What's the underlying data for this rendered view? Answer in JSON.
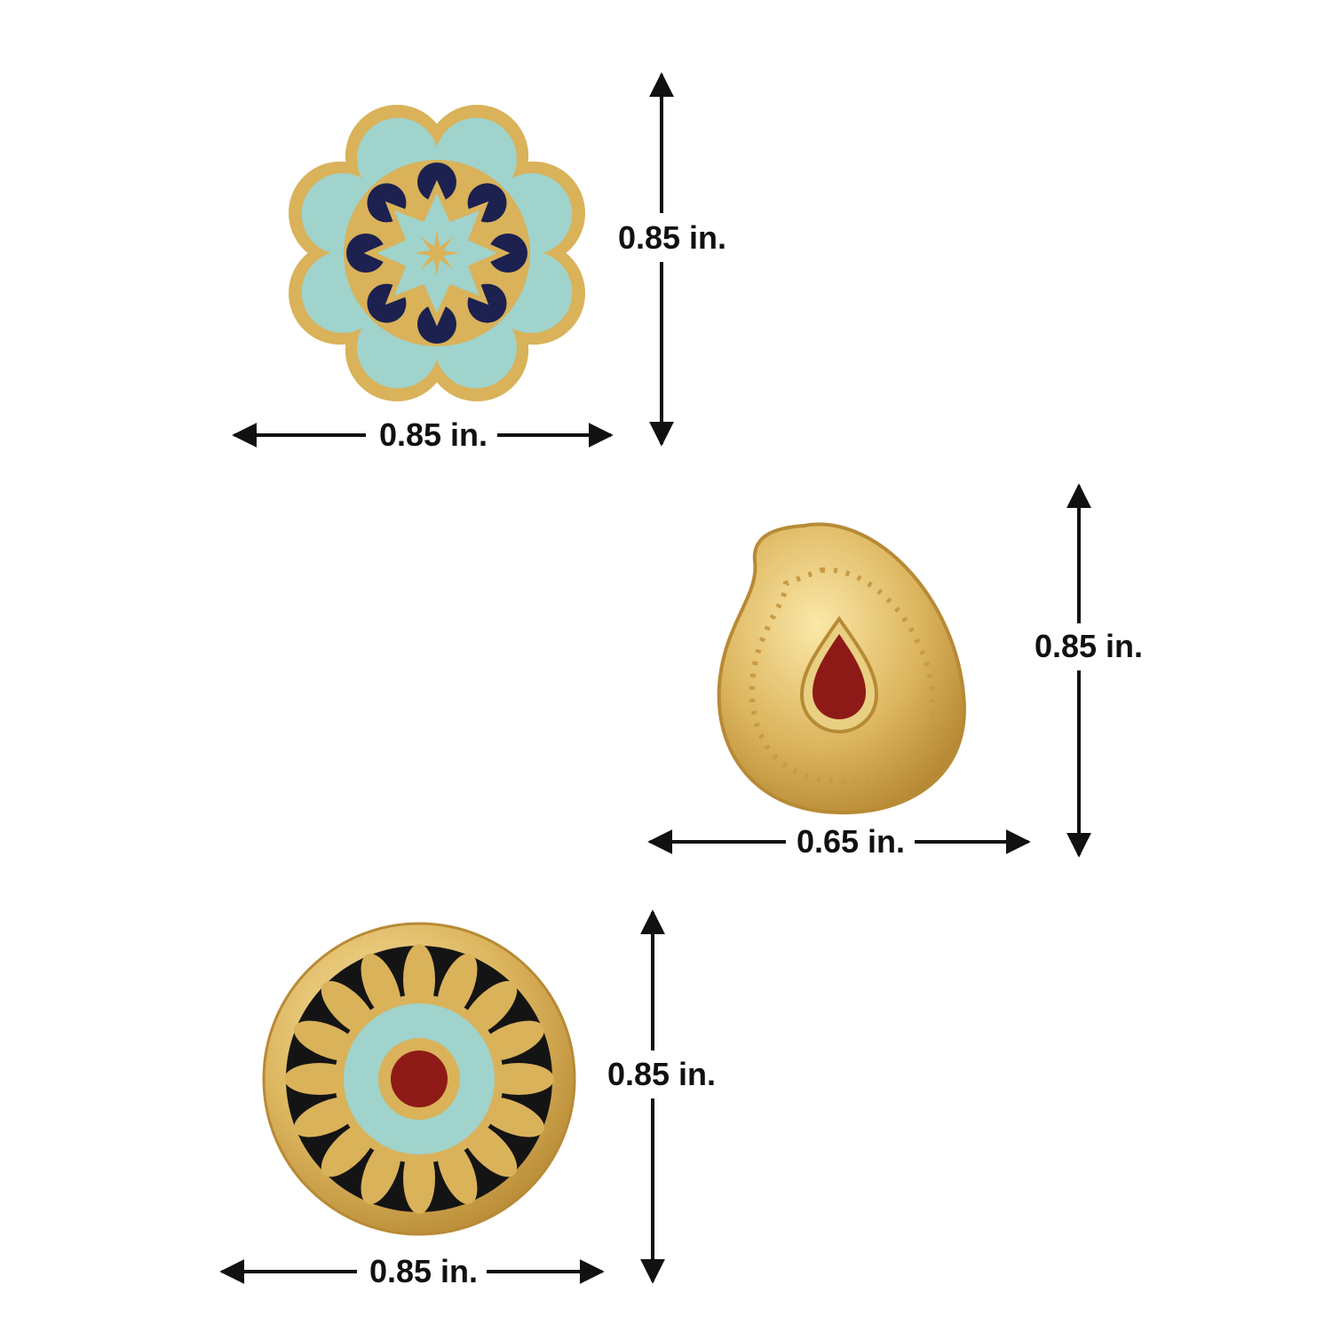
{
  "products": [
    {
      "name": "flower-enamel-ring",
      "width_label": "0.85 in.",
      "height_label": "0.85 in."
    },
    {
      "name": "paisley-gold-ring",
      "width_label": "0.65 in.",
      "height_label": "0.85 in."
    },
    {
      "name": "round-sunflower-ring",
      "width_label": "0.85 in.",
      "height_label": "0.85 in."
    }
  ],
  "colors": {
    "gold": "#d9b25a",
    "gold_light": "#f3dc96",
    "enamel_blue": "#9fd3cc",
    "navy": "#1c2150",
    "black": "#141414",
    "red": "#8e1a17"
  }
}
